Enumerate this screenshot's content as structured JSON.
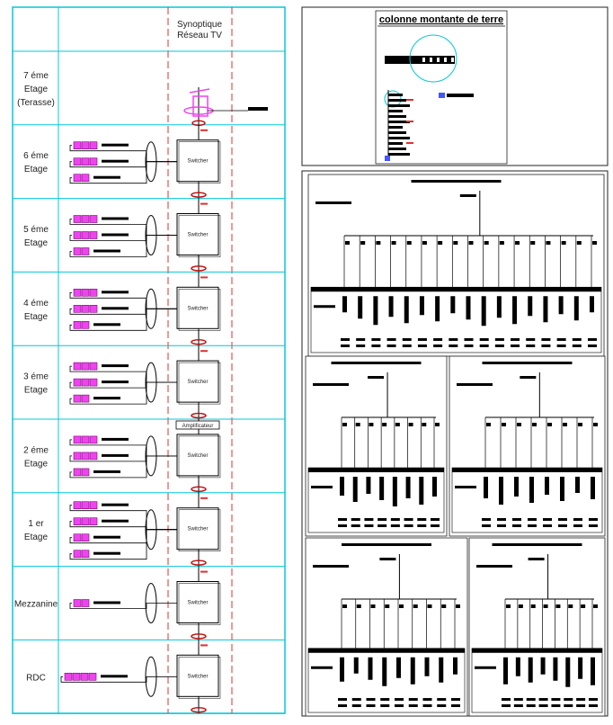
{
  "header": {
    "line1": "Synoptique",
    "line2": "Réseau TV"
  },
  "floors": [
    {
      "id": "7",
      "lines": [
        "7 éme",
        "Etage",
        "(Terasse)"
      ],
      "kind": "roof"
    },
    {
      "id": "6",
      "lines": [
        "6 éme",
        "Etage"
      ],
      "kind": "switch",
      "sockets": [
        3,
        3,
        2
      ],
      "extra": ""
    },
    {
      "id": "5",
      "lines": [
        "5 éme",
        "Etage"
      ],
      "kind": "switch",
      "sockets": [
        3,
        3,
        2
      ],
      "extra": ""
    },
    {
      "id": "4",
      "lines": [
        "4 éme",
        "Etage"
      ],
      "kind": "switch",
      "sockets": [
        3,
        3,
        2
      ],
      "extra": ""
    },
    {
      "id": "3",
      "lines": [
        "3 éme",
        "Etage"
      ],
      "kind": "switch",
      "sockets": [
        3,
        3,
        2
      ],
      "extra": ""
    },
    {
      "id": "2",
      "lines": [
        "2 éme",
        "Etage"
      ],
      "kind": "switch",
      "sockets": [
        3,
        3,
        2
      ],
      "extra": "Amplificateur"
    },
    {
      "id": "1",
      "lines": [
        "1 er",
        "Etage"
      ],
      "kind": "switch",
      "sockets": [
        3,
        3,
        2,
        2
      ],
      "extra": ""
    },
    {
      "id": "M",
      "lines": [
        "Mezzanine"
      ],
      "kind": "switch",
      "sockets": [
        2
      ],
      "extra": ""
    },
    {
      "id": "R",
      "lines": [
        "RDC"
      ],
      "kind": "switch",
      "sockets": [
        4
      ],
      "extra": ""
    }
  ],
  "switch_label": "Switcher",
  "earth": {
    "title": "colonne montante de terre"
  },
  "colors": {
    "grid": "#00c8d8",
    "riser": "#e03030",
    "socket": "#ee44ee",
    "ellipse": "#c01010"
  }
}
